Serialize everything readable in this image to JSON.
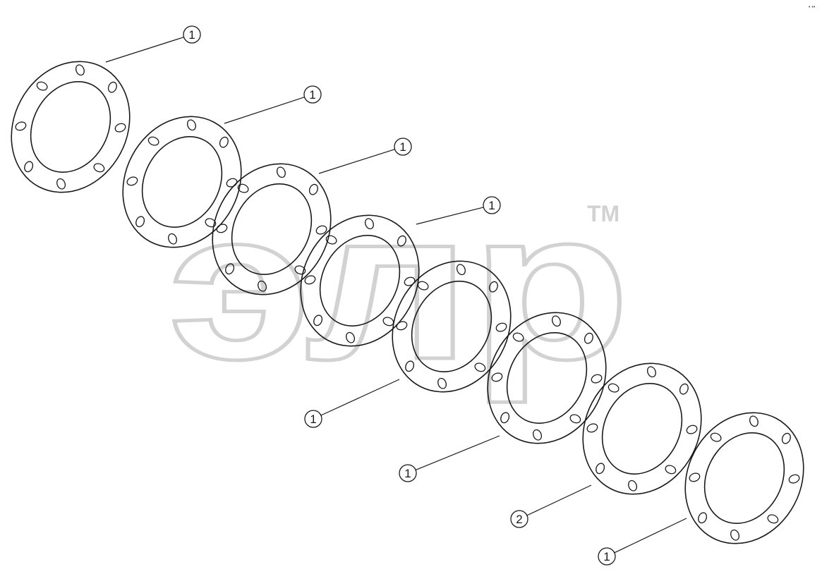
{
  "watermark": {
    "text": "элр",
    "tm": "TM",
    "color": "#d2d2d2"
  },
  "callouts": [
    "1",
    "1",
    "1",
    "1",
    "1",
    "1",
    "2",
    "1"
  ],
  "line_color": "#1a1a1a"
}
